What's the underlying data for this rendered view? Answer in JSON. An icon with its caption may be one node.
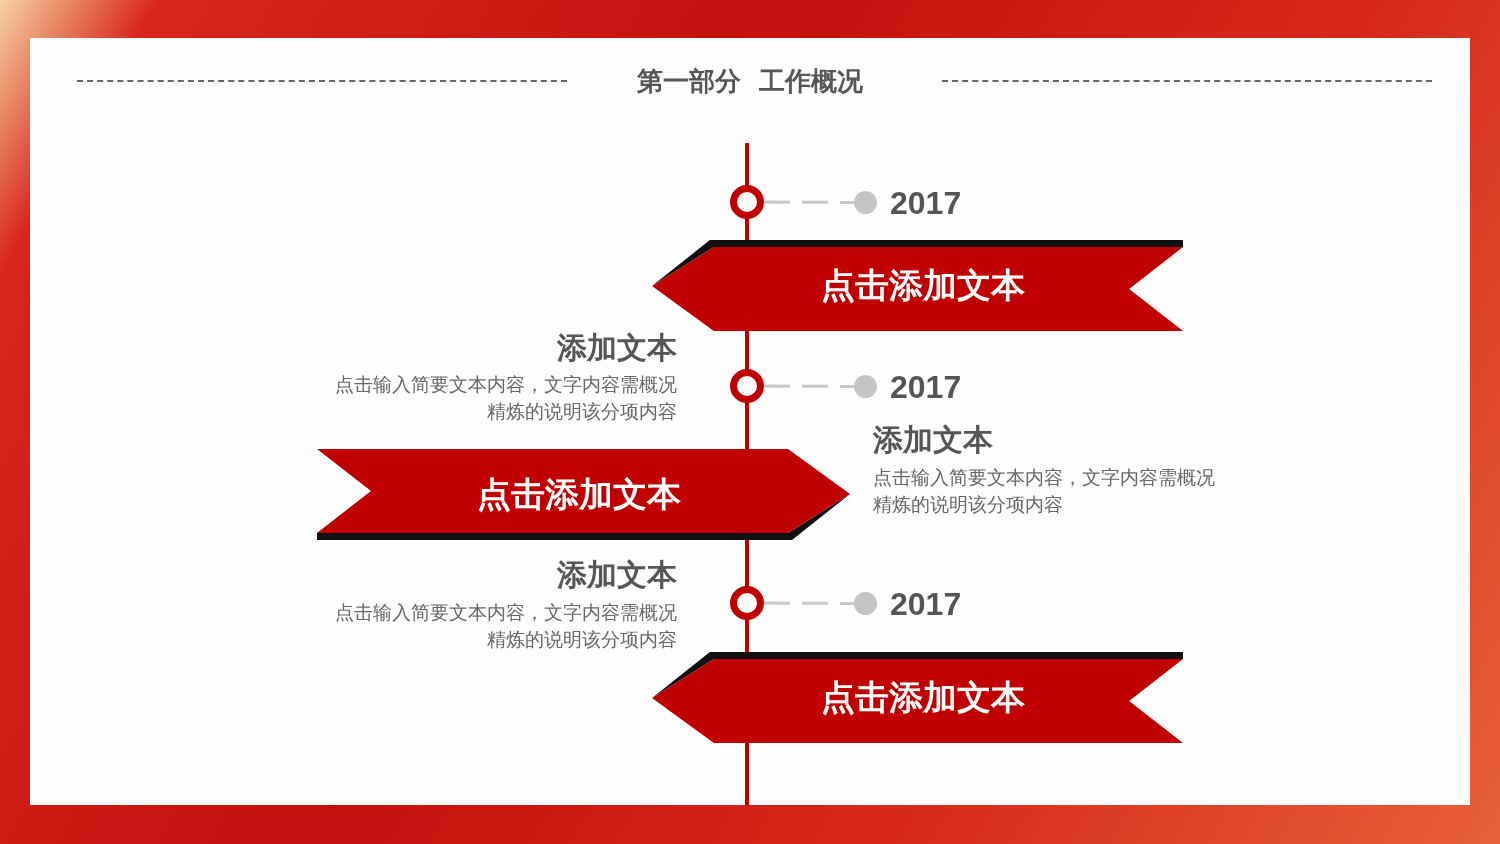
{
  "diagram": {
    "title": "第一部分  工作概况",
    "nodes": [
      {
        "text": [],
        "shape": "circle"
      },
      {
        "text": [],
        "shape": "circle",
        "beside": [
          "2017"
        ]
      },
      {
        "text": [
          "点击添加文本"
        ]
      },
      {
        "text": [],
        "shape": "circle"
      },
      {
        "text": [],
        "shape": "circle",
        "beside": [
          "2017"
        ]
      },
      {
        "text": [
          "点击添加文本"
        ]
      },
      {
        "text": [],
        "shape": "circle"
      },
      {
        "text": [],
        "shape": "circle",
        "beside": [
          "2017"
        ]
      },
      {
        "text": [
          "点击添加文本"
        ]
      }
    ],
    "edges": [
      {
        "from": 0,
        "to": 1,
        "arrow": "none",
        "style": "dashed"
      },
      {
        "from": 3,
        "to": 4,
        "arrow": "none",
        "style": "dashed"
      },
      {
        "from": 6,
        "to": 7,
        "arrow": "none",
        "style": "dashed"
      }
    ],
    "labels": [
      "添加文本",
      "点击输入简要文本内容，文字内容需概况精炼的说明该分项内容",
      "添加文本",
      "点击输入简要文本内容，文字内容需概况精炼的说明该分项内容",
      "添加文本",
      "点击输入简要文本内容，文字内容需概况精炼的说明该分项内容"
    ]
  }
}
